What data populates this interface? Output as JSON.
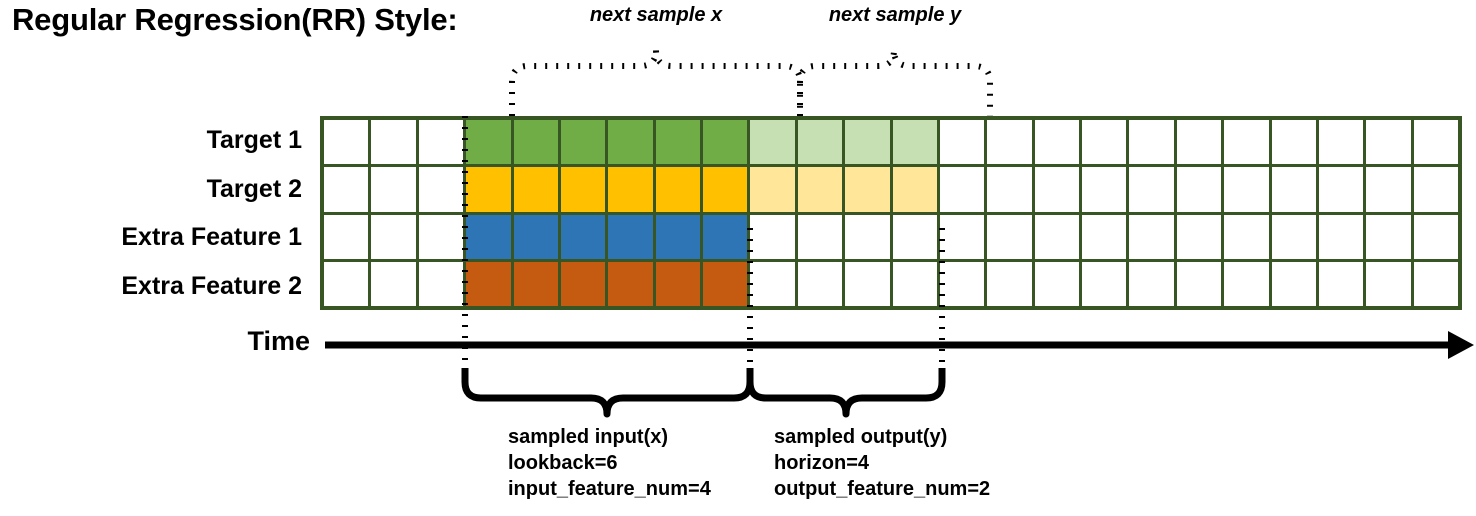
{
  "title": "Regular Regression(RR) Style:",
  "top_braces": [
    {
      "id": "next-sample-x",
      "label": "next sample x"
    },
    {
      "id": "next-sample-y",
      "label": "next sample y"
    }
  ],
  "rows": [
    {
      "label": "Target 1",
      "fill": "green",
      "fade": "lgreen"
    },
    {
      "label": "Target 2",
      "fill": "gold",
      "fade": "lgold"
    },
    {
      "label": "Extra Feature 1",
      "fill": "blue",
      "fade": null
    },
    {
      "label": "Extra Feature 2",
      "fill": "orange",
      "fade": null
    }
  ],
  "grid": {
    "total_columns": 24,
    "leading_blank_columns": 3,
    "lookback_columns": 6,
    "horizon_columns": 4,
    "trailing_blank_columns": 11
  },
  "axis": {
    "label": "Time"
  },
  "annotations": [
    {
      "id": "sampled-input",
      "line1": "sampled input(x)",
      "line2": "lookback=6",
      "line3": "input_feature_num=4"
    },
    {
      "id": "sampled-output",
      "line1": "sampled output(y)",
      "line2": "horizon=4",
      "line3": "output_feature_num=2"
    }
  ],
  "colors": {
    "grid_line": "#375623",
    "target1": "#70AD47",
    "target1_faded": "#C6E0B4",
    "target2": "#FFC000",
    "target2_faded": "#FFE699",
    "extra_feature1": "#2E75B6",
    "extra_feature2": "#C55A11",
    "ink": "#000000",
    "background": "#FFFFFF"
  }
}
